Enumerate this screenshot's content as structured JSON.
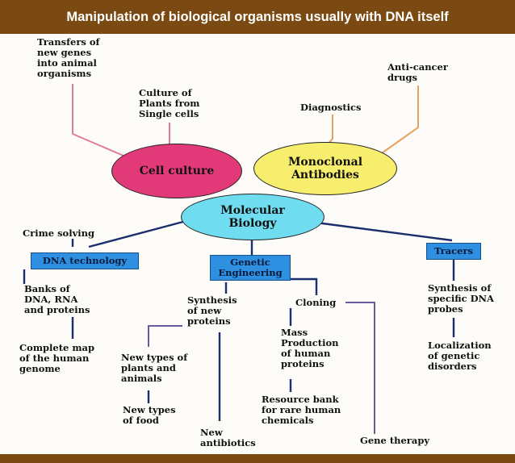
{
  "title": "Manipulation of biological organisms usually with DNA itself",
  "hubs": {
    "cell_culture": "Cell culture",
    "monoclonal": [
      "Monoclonal",
      "Antibodies"
    ],
    "molecular": [
      "Molecular",
      "Biology"
    ]
  },
  "branches": {
    "dna_technology": "DNA technology",
    "genetic_engineering": [
      "Genetic",
      "Engineering"
    ],
    "tracers": "Tracers"
  },
  "leaves": {
    "transfers": [
      "Transfers of",
      "new genes",
      "into animal",
      "organisms"
    ],
    "culture_plants": [
      "Culture of",
      "Plants from",
      "Single cells"
    ],
    "diagnostics": "Diagnostics",
    "anticancer": [
      "Anti-cancer",
      "drugs"
    ],
    "crime": "Crime solving",
    "banks": [
      "Banks of",
      "DNA, RNA",
      "and proteins"
    ],
    "complete_map": [
      "Complete map",
      "of the human",
      "genome"
    ],
    "synthesis_proteins": [
      "Synthesis",
      "of new",
      "proteins"
    ],
    "new_plants": [
      "New types of",
      "plants and",
      "animals"
    ],
    "new_food": [
      "New types",
      "of food"
    ],
    "antibiotics": [
      "New",
      "antibiotics"
    ],
    "cloning": "Cloning",
    "mass_production": [
      "Mass",
      "Production",
      "of human",
      "proteins"
    ],
    "resource_bank": [
      "Resource bank",
      "for rare human",
      "chemicals"
    ],
    "gene_therapy": "Gene therapy",
    "synthesis_dna": [
      "Synthesis of",
      "specific DNA",
      "probes"
    ],
    "localization": [
      "Localization",
      "of genetic",
      "disorders"
    ]
  },
  "colors": {
    "header_bg": "#7b4a12",
    "cell_culture": "#e23a78",
    "monoclonal": "#f7ee6e",
    "molecular": "#6fdcef",
    "branch_box": "#2f8fe0",
    "pink_line": "#e07aa0",
    "orange_line": "#e6a060",
    "navy_line": "#1c2d6e",
    "purple_line": "#6b5aa0"
  }
}
